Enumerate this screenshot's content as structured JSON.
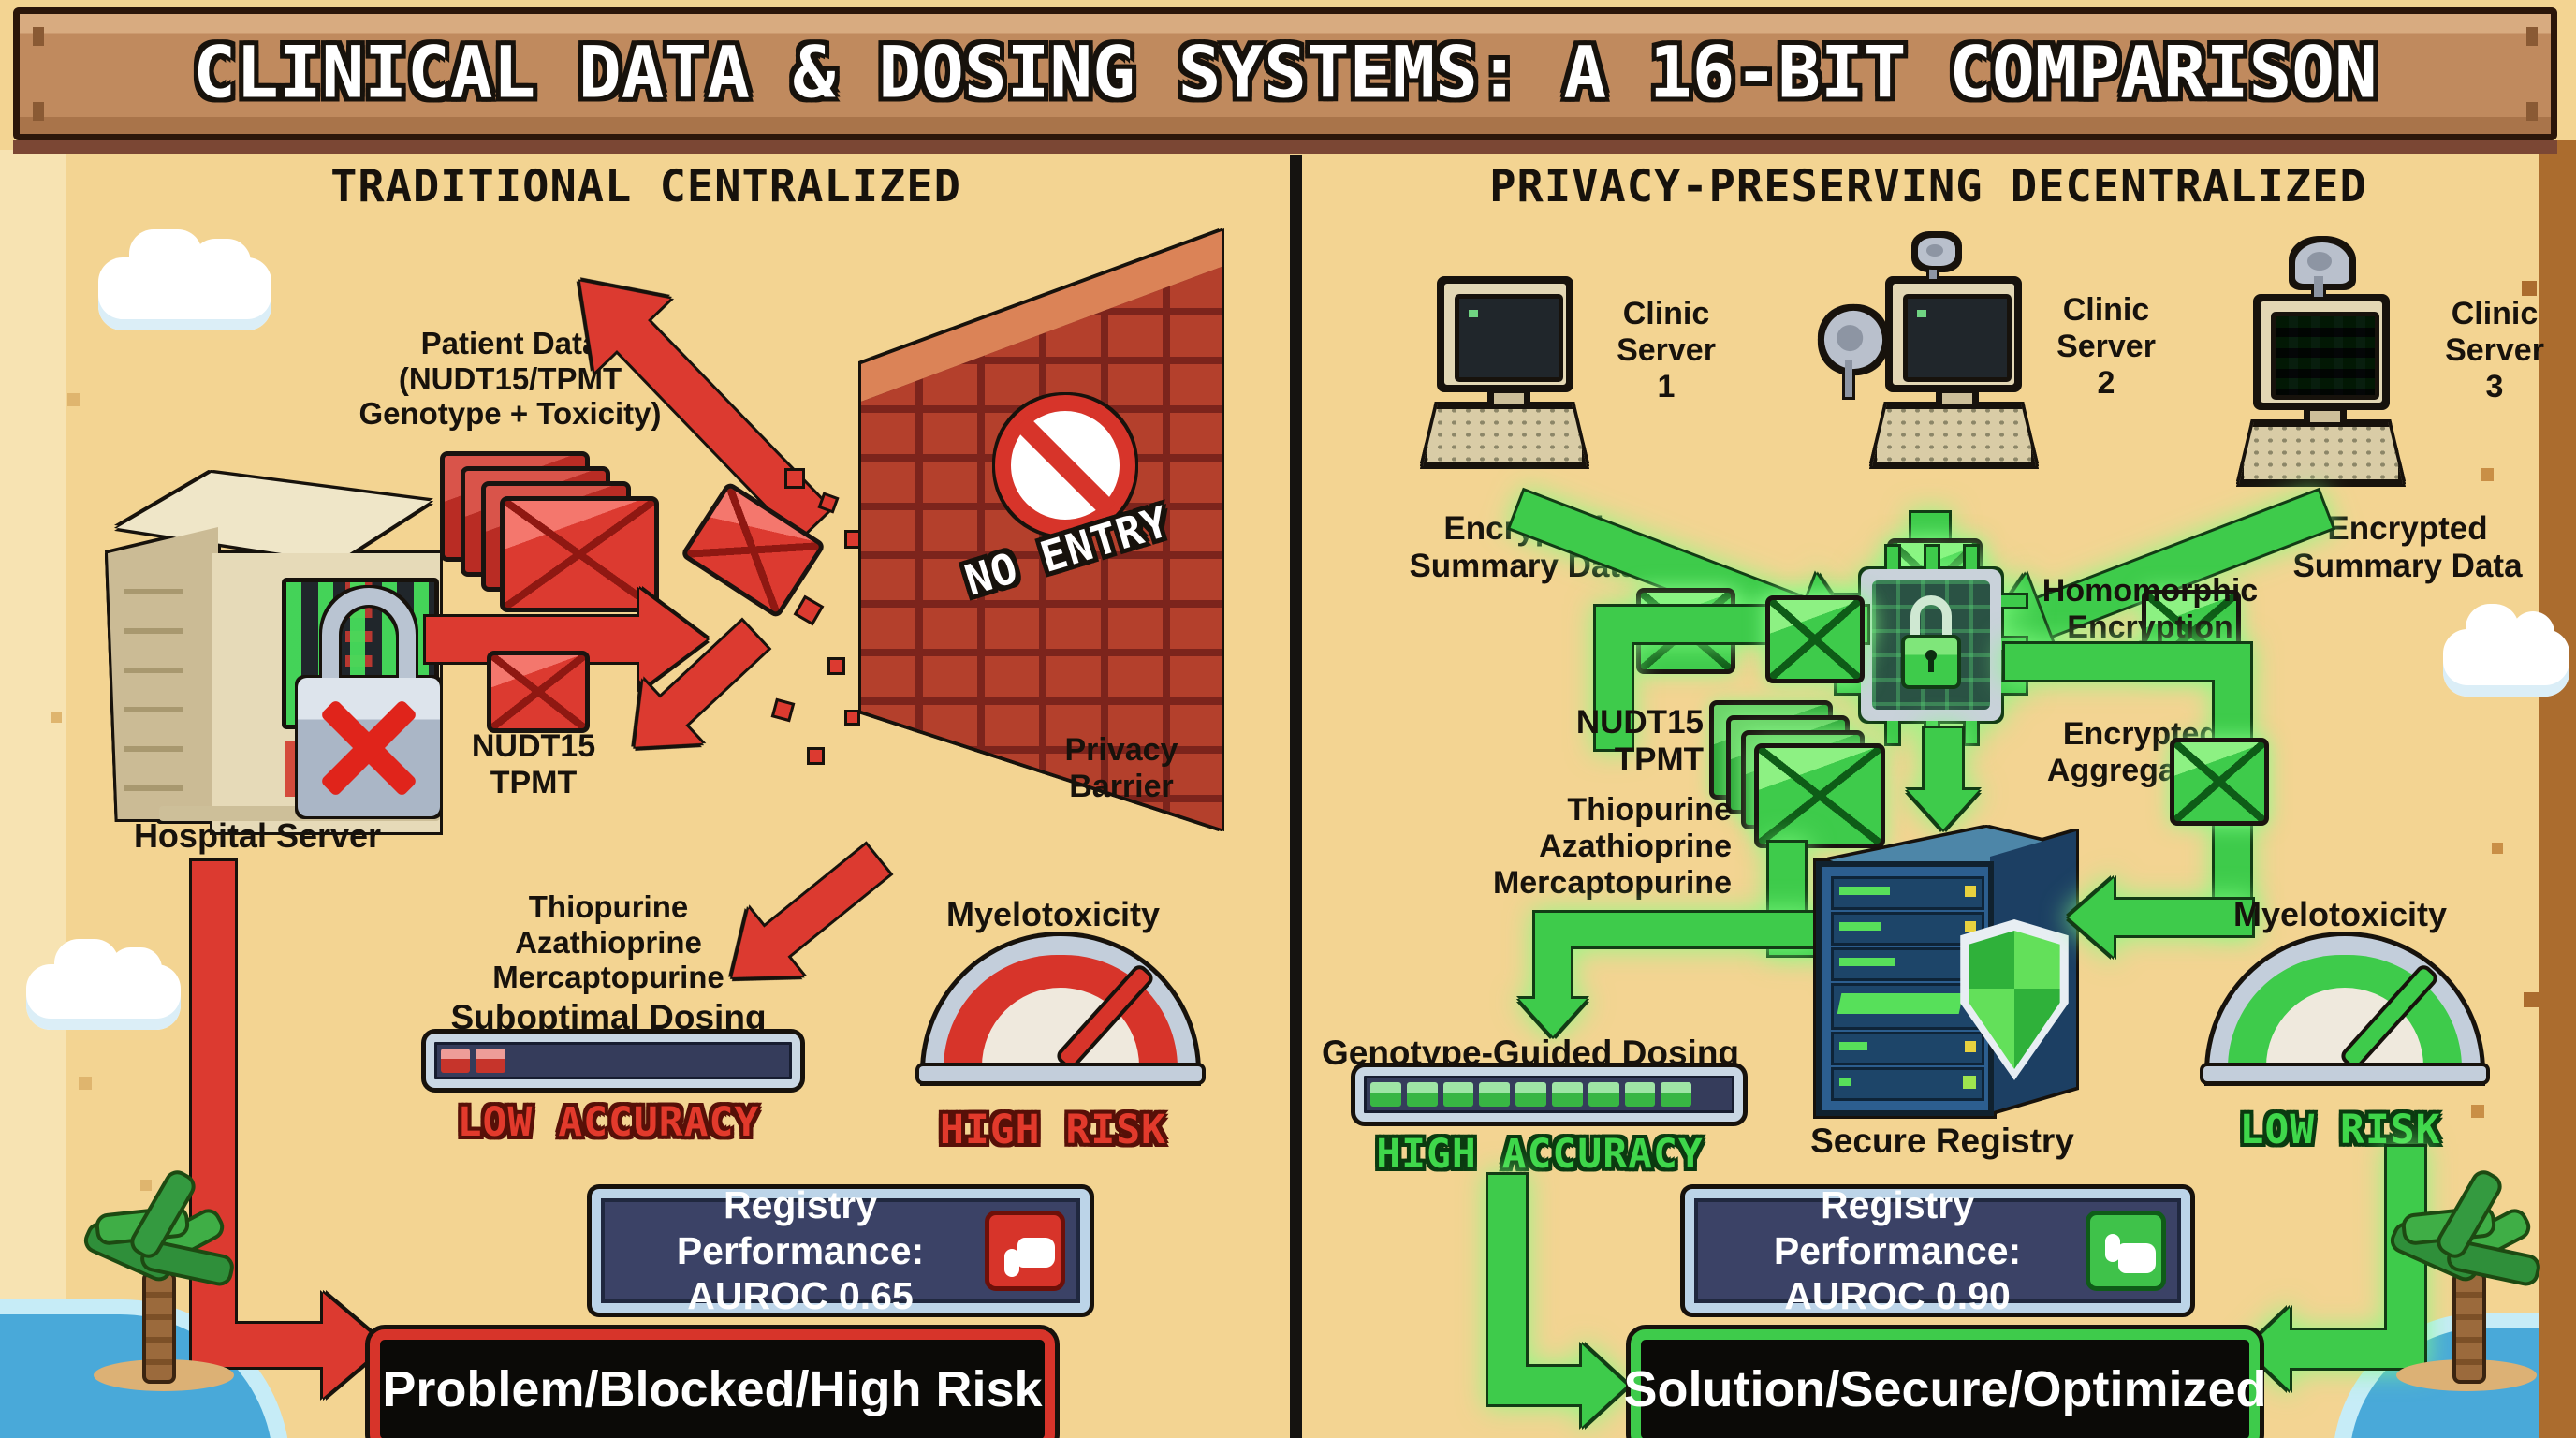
{
  "title": "CLINICAL DATA & DOSING SYSTEMS: A 16-BIT COMPARISON",
  "colors": {
    "sand": "#f3d492",
    "wood": "#c08a5e",
    "accent_red": "#dc3a30",
    "accent_green": "#3ecb4b",
    "panel_navy": "#3b4266",
    "panel_border_blue": "#bcd4e8",
    "brick": "#b4402c",
    "outline": "#17120c"
  },
  "left": {
    "heading": "TRADITIONAL CENTRALIZED",
    "patient_data": "Patient Data\n(NUDT15/TPMT\nGenotype + Toxicity)",
    "hospital_server": "Hospital Server",
    "nudt15_tpmt": "NUDT15\nTPMT",
    "no_entry": "NO ENTRY",
    "privacy_barrier": "Privacy\nBarrier",
    "drugs": "Thiopurine\nAzathioprine\nMercaptopurine",
    "dosing_label": "Suboptimal Dosing",
    "dosing_bar": {
      "segments_total": 10,
      "segments_filled": 2,
      "fill_color": "#dc3a30"
    },
    "accuracy": "LOW ACCURACY",
    "gauge": {
      "label": "Myelotoxicity",
      "risk": "HIGH RISK",
      "needle_deg": -48
    },
    "registry": {
      "text": "Registry Performance:\nAUROC 0.65",
      "icon": "thumbs-down-icon"
    },
    "banner": "Problem/Blocked/High Risk"
  },
  "right": {
    "heading": "PRIVACY-PRESERVING DECENTRALIZED",
    "servers": [
      {
        "label": "Clinic\nServer\n1"
      },
      {
        "label": "Clinic\nServer\n2"
      },
      {
        "label": "Clinic\nServer\n3"
      }
    ],
    "encrypted_summary_left": "Encrypted\nSummary Data",
    "encrypted_summary_right": "Encrypted\nSummary Data",
    "gateway": "Homomorphic\nEncryption\nGateway",
    "aggregation": "Encrypted\nAggregation",
    "nudt15_tpmt": "NUDT15\nTPMT",
    "drugs": "Thiopurine\nAzathioprine\nMercaptopurine",
    "dosing_label": "Genotype-Guided Dosing",
    "dosing_bar": {
      "segments_total": 10,
      "segments_filled": 9,
      "fill_color": "#3ecb4b"
    },
    "accuracy": "HIGH ACCURACY",
    "secure_registry": "Secure Registry",
    "gauge": {
      "label": "Myelotoxicity",
      "risk": "LOW RISK",
      "needle_deg": -48
    },
    "registry": {
      "text": "Registry Performance:\nAUROC 0.90",
      "icon": "thumbs-up-icon"
    },
    "banner": "Solution/Secure/Optimized"
  }
}
